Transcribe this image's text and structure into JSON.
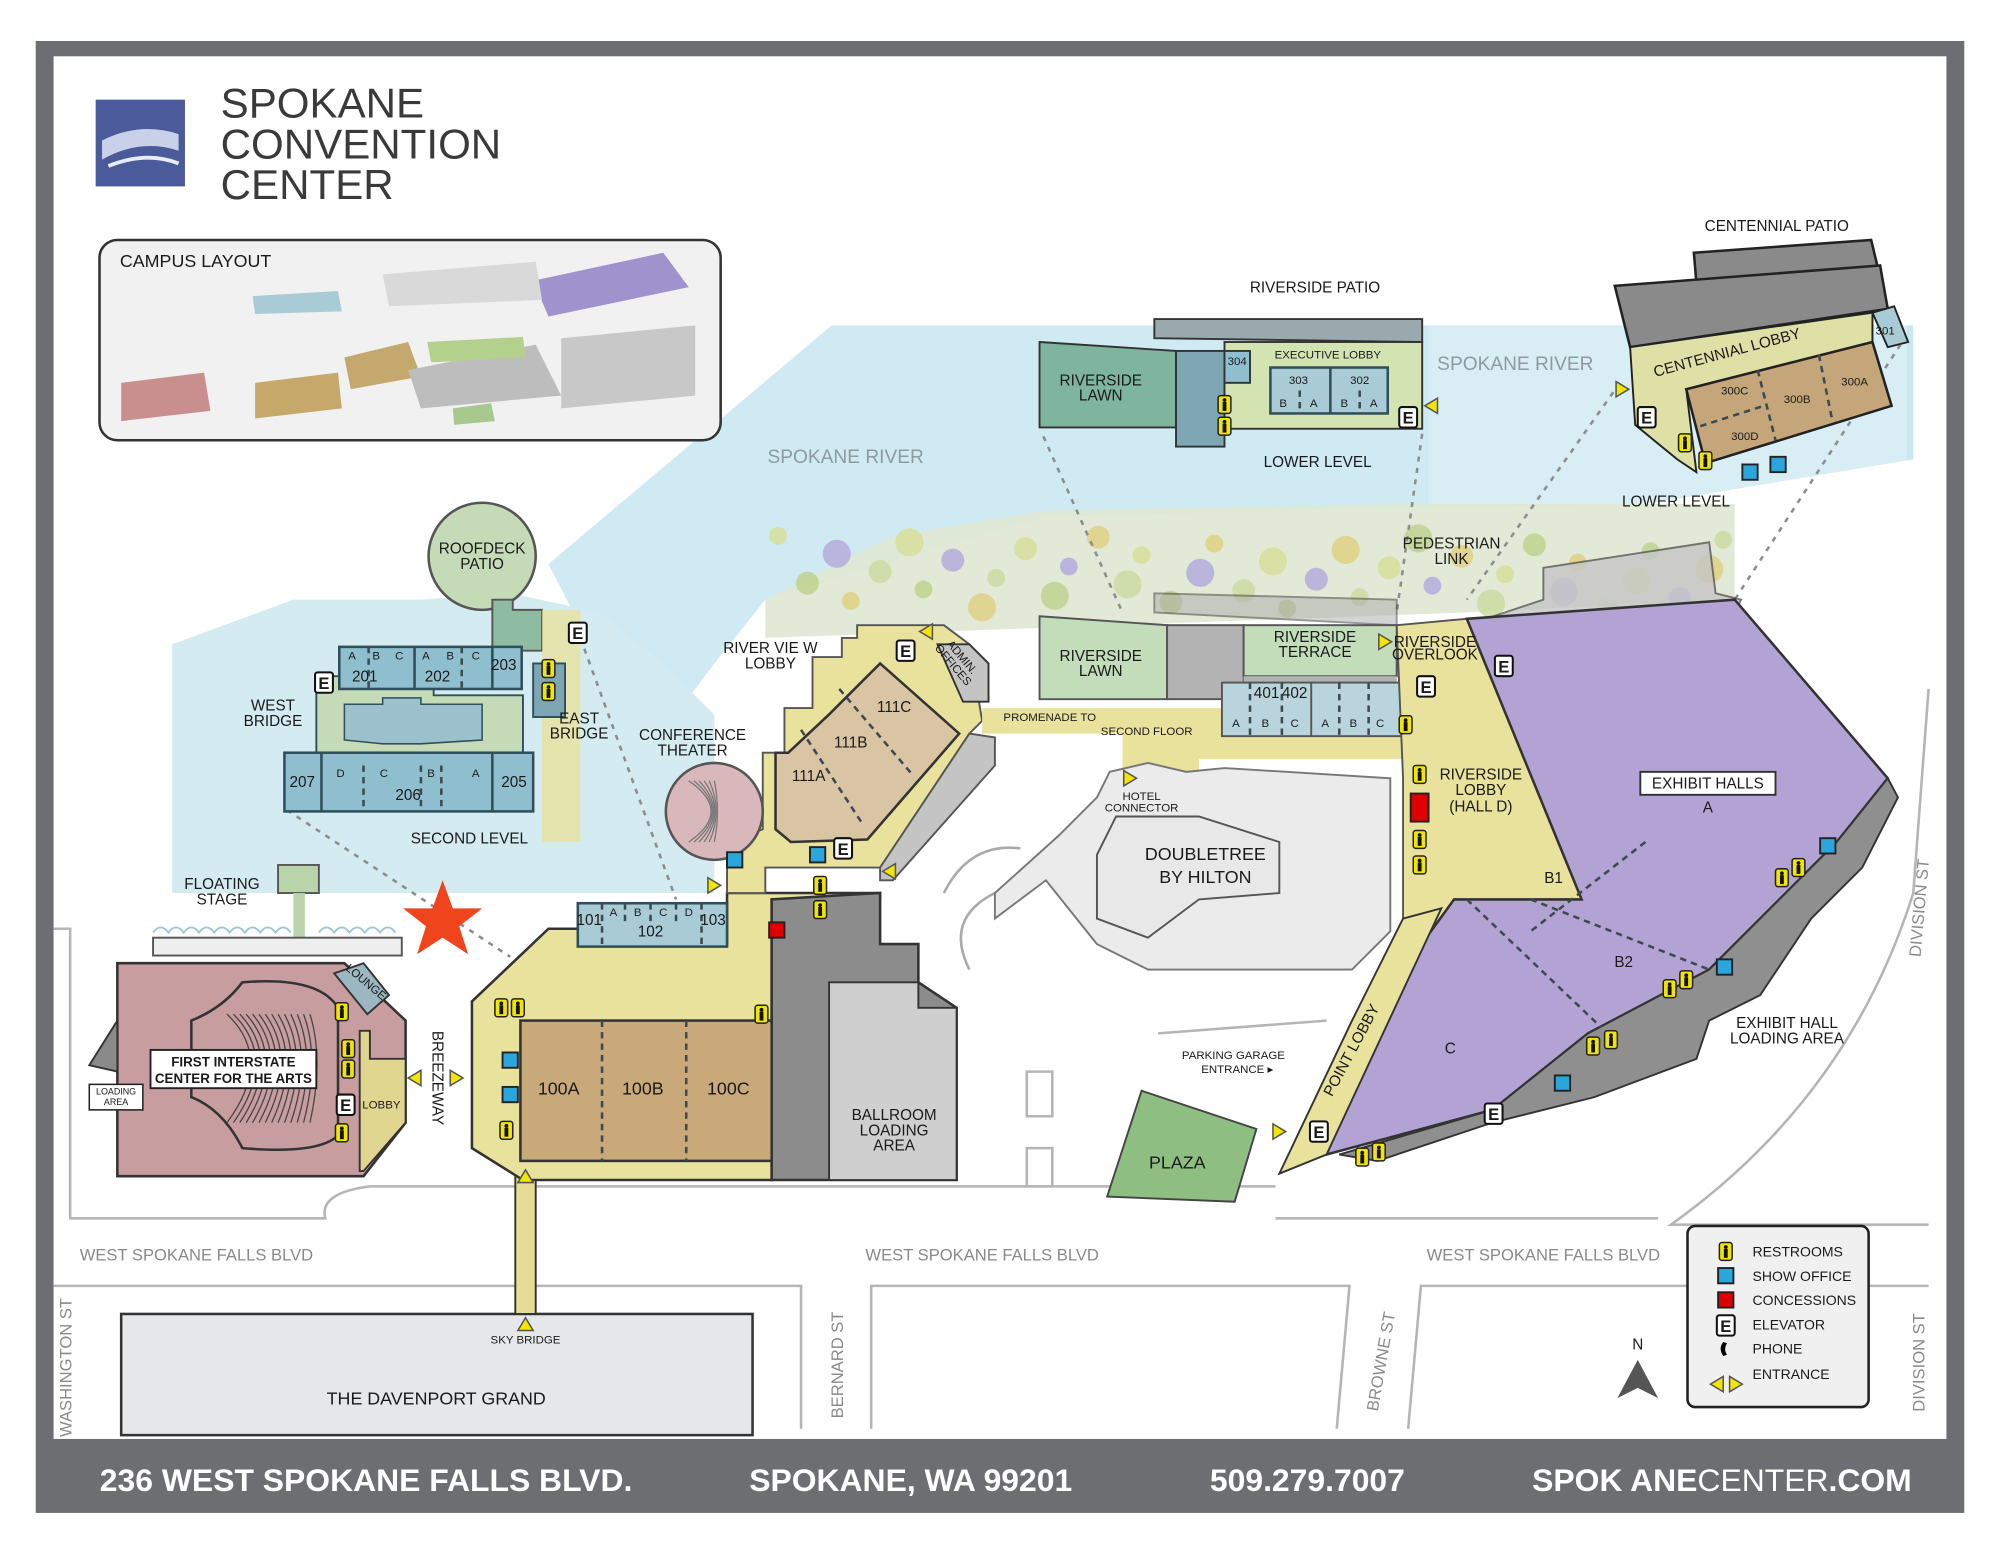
{
  "header": {
    "title_lines": [
      "SPOKANE",
      "CONVENTION",
      "CENTER"
    ]
  },
  "campus_layout": {
    "title": "CAMPUS LAYOUT"
  },
  "water": {
    "river_1": "SPOKANE RIVER",
    "river_2": "SPOKANE RIVER"
  },
  "riverside_lower": {
    "patio": "RIVERSIDE PATIO",
    "lawn": [
      "RIVERSIDE",
      "LAWN"
    ],
    "room_304": "304",
    "exec_lobby": "EXECUTIVE LOBBY",
    "room_303": "303",
    "room_302": "302",
    "subs": [
      "B",
      "A",
      "B",
      "A"
    ],
    "level": "LOWER LEVEL"
  },
  "centennial": {
    "patio": "CENTENNIAL PATIO",
    "lobby": "CENTENNIAL LOBBY",
    "room_301": "301",
    "room_300a": "300A",
    "room_300b": "300B",
    "room_300c": "300C",
    "room_300d": "300D",
    "level": "LOWER LEVEL"
  },
  "pedestrian_link": [
    "PEDESTRIAN",
    "LINK"
  ],
  "second_level": {
    "roofdeck": [
      "ROOFDECK",
      "PATIO"
    ],
    "room_201": "201",
    "room_202": "202",
    "room_203": "203",
    "subs_top": [
      "A",
      "B",
      "C",
      "A",
      "B",
      "C"
    ],
    "west_bridge": [
      "WEST",
      "BRIDGE"
    ],
    "east_bridge": [
      "EAST",
      "BRIDGE"
    ],
    "room_207": "207",
    "room_206": "206",
    "room_205": "205",
    "subs_206": [
      "D",
      "C",
      "B",
      "A"
    ],
    "level": "SECOND LEVEL"
  },
  "main_level": {
    "riverview_lobby": [
      "RIVER VIE W",
      "LOBBY"
    ],
    "conference_theater": [
      "CONFERENCE",
      "THEATER"
    ],
    "admin_offices": [
      "ADMIN.",
      "OFFICES"
    ],
    "room_111a": "111A",
    "room_111b": "111B",
    "room_111c": "111C",
    "promenade": [
      "PROMENADE TO",
      "SECOND FLOOR"
    ],
    "hotel_connector": [
      "HOTEL",
      "CONNECTOR"
    ],
    "doubletree": [
      "DOUBLETREE",
      "BY HILTON"
    ],
    "riverside_lawn": [
      "RIVERSIDE",
      "LAWN"
    ],
    "riverside_terrace": [
      "RIVERSIDE",
      "TERRACE"
    ],
    "riverside_overlook": [
      "RIVERSIDE",
      "OVERLOOK"
    ],
    "room_401": "401",
    "room_402": "402",
    "subs_400": [
      "A",
      "B",
      "C",
      "A",
      "B",
      "C"
    ],
    "riverside_lobby": [
      "RIVERSIDE",
      "LOBBY",
      "(HALL D)"
    ],
    "exhibit_halls": "EXHIBIT HALLS",
    "hall_a": "A",
    "hall_b1": "B1",
    "hall_b2": "B2",
    "hall_c": "C",
    "exhibit_loading": [
      "EXHIBIT HALL",
      "LOADING AREA"
    ],
    "point_lobby": "POINT LOBBY",
    "parking": [
      "PARKING GARAGE",
      "ENTRANCE ▸"
    ],
    "plaza": "PLAZA",
    "floating_stage": [
      "FLOATING",
      "STAGE"
    ],
    "room_101": "101",
    "room_102": "102",
    "room_103": "103",
    "subs_102": [
      "A",
      "B",
      "C",
      "D"
    ],
    "lounge": "LOUNGE",
    "fica": [
      "FIRST INTERSTATE",
      "CENTER FOR THE ARTS"
    ],
    "loading_area": [
      "LOADING",
      "AREA"
    ],
    "fica_lobby": "LOBBY",
    "breezeway": "BREEZEWAY",
    "room_100a": "100A",
    "room_100b": "100B",
    "room_100c": "100C",
    "ballroom_loading": [
      "BALLROOM",
      "LOADING",
      "AREA"
    ],
    "sky_bridge": "SKY BRIDGE",
    "davenport": "THE DAVENPORT GRAND"
  },
  "streets": {
    "wsfb": [
      "WEST SPOKANE FALLS BLVD",
      "WEST SPOKANE FALLS BLVD",
      "WEST SPOKANE FALLS BLVD"
    ],
    "washington": "WASHINGTON ST",
    "bernard": "BERNARD ST",
    "browne": "BROWNE ST",
    "division": [
      "DIVISION ST",
      "DIVISION ST"
    ]
  },
  "compass": {
    "north": "N"
  },
  "legend": {
    "items": [
      {
        "label": "RESTROOMS",
        "icon": "restroom-icon",
        "color": "#f2e600"
      },
      {
        "label": "SHOW OFFICE",
        "icon": "show-office-icon",
        "color": "#2aa6dc"
      },
      {
        "label": "CONCESSIONS",
        "icon": "concessions-icon",
        "color": "#e00000"
      },
      {
        "label": "ELEVATOR",
        "icon": "elevator-icon",
        "color": "#ffffff"
      },
      {
        "label": "PHONE",
        "icon": "phone-icon",
        "color": "#000000"
      },
      {
        "label": "ENTRANCE",
        "icon": "entrance-icon",
        "color": "#f2e600"
      }
    ]
  },
  "footer": {
    "address": "236 WEST SPOKANE FALLS BLVD.",
    "city": "SPOKANE, WA 99201",
    "phone": "509.279.7007",
    "web_a": "SPOK ANE",
    "web_b": "CENTER",
    "web_c": ".COM"
  },
  "colors": {
    "frame": "#6d6e71",
    "lobby": "#e9e29c",
    "meeting": "#a9cbd6",
    "ballroom": "#c9a87a",
    "exhibit": "#b3a3d4",
    "river": "#bfe3ef",
    "star": "#f0441c"
  }
}
